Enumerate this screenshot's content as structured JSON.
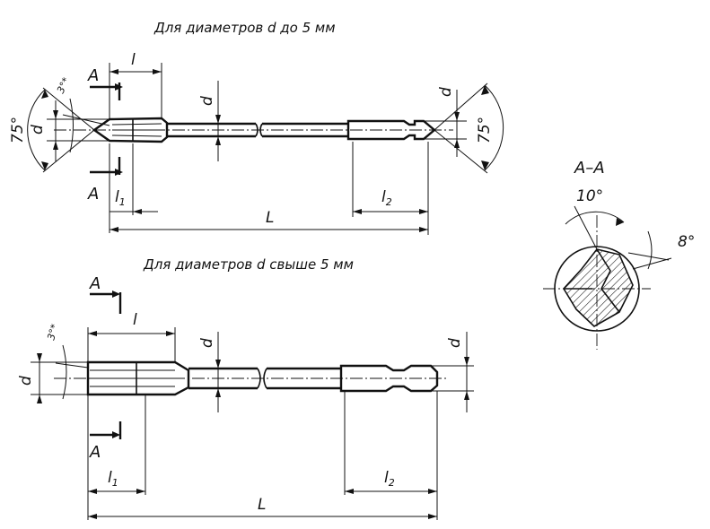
{
  "titles": {
    "small": "Для диаметров d до 5 мм",
    "large": "Для диаметров d свыше 5 мм",
    "section": "А–А"
  },
  "labels": {
    "A": "A",
    "l": "l",
    "l1": "l",
    "l2": "l",
    "L": "L",
    "d": "d",
    "d1": "d",
    "d2": "d",
    "sub1": "1",
    "sub2": "2",
    "angle75": "75°",
    "angle3": "3°*",
    "angle10": "10°",
    "angle8": "8°"
  }
}
